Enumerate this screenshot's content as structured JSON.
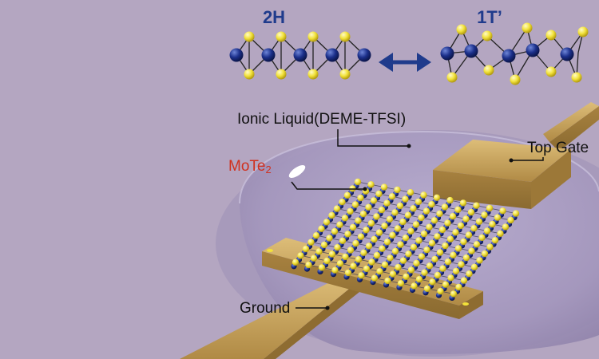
{
  "phases": {
    "left_label": "2H",
    "right_label": "1T’",
    "arrow_icon": "double-arrow-icon"
  },
  "labels": {
    "ionic_liquid": "Ionic Liquid(DEME-TFSI)",
    "top_gate": "Top Gate",
    "material_base": "MoTe",
    "material_subscript": "2",
    "ground": "Ground"
  },
  "colors": {
    "background": "#b4a6c1",
    "mo_atom": "#1b2f8a",
    "te_atom": "#f2e23a",
    "electrode": "#c9a35a",
    "liquid": "#a89bc0",
    "phase_title": "#1f3b8c",
    "material_label": "#d0311f"
  }
}
